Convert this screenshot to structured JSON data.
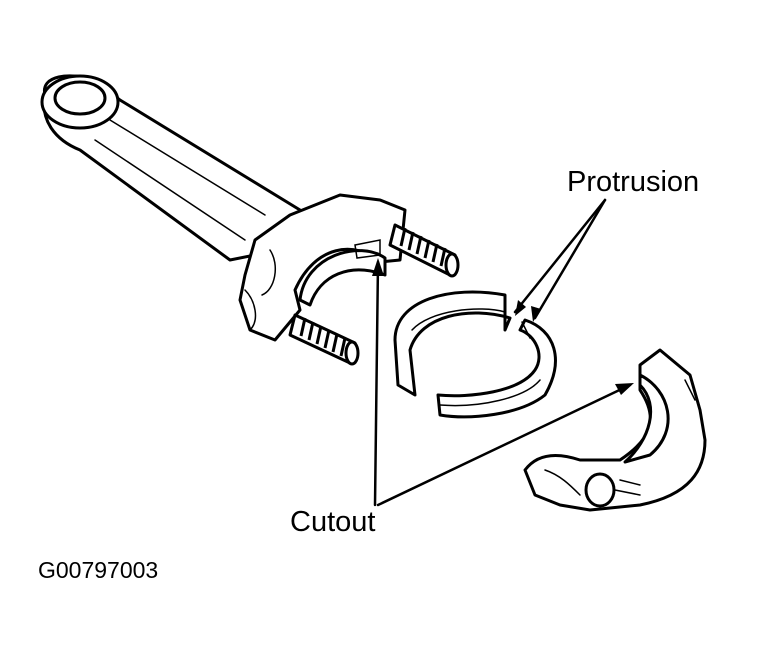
{
  "figure": {
    "callouts": {
      "protrusion": "Protrusion",
      "cutout": "Cutout"
    },
    "figure_id": "G00797003"
  }
}
